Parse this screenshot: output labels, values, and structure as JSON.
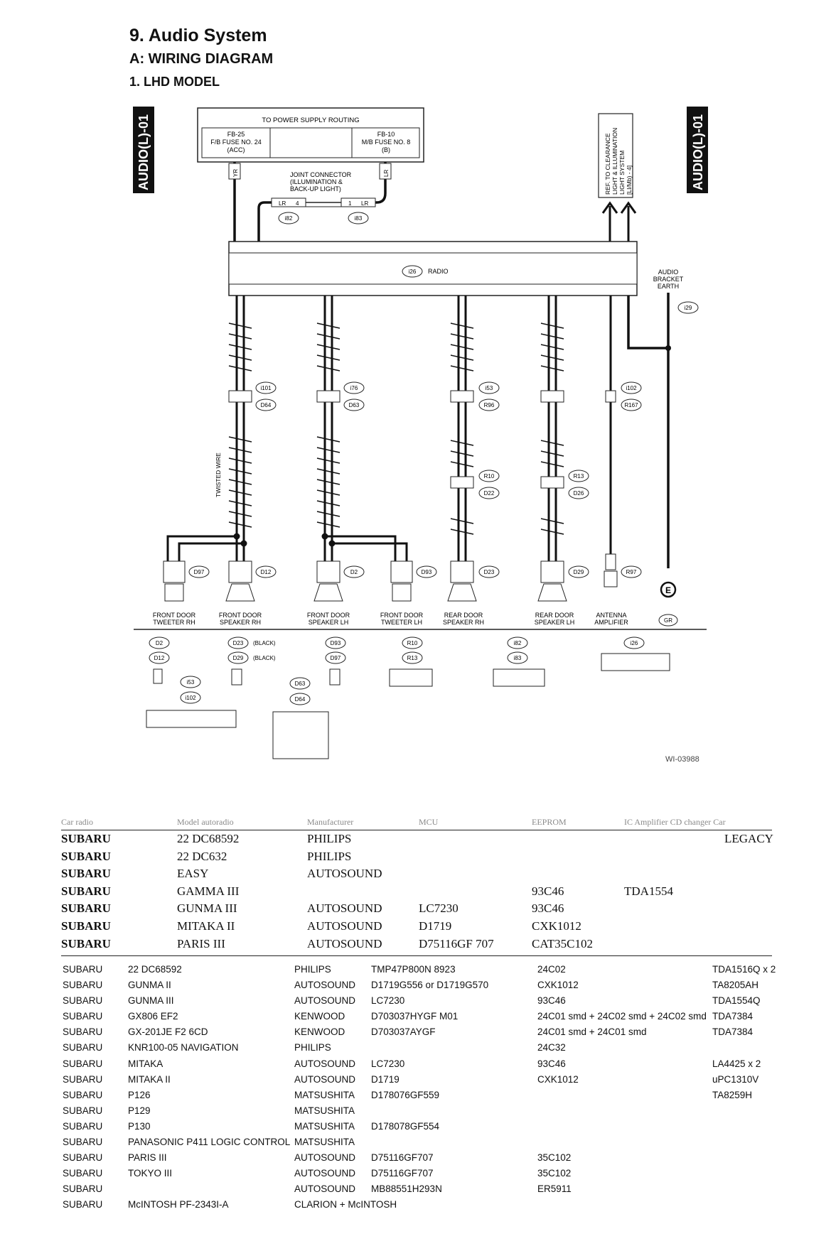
{
  "header": {
    "section": "9.  Audio System",
    "sub": "A:  WIRING DIAGRAM",
    "model": "1.  LHD MODEL"
  },
  "diagram": {
    "side_tab": "AUDIO(L)-01",
    "power_box": {
      "title": "TO POWER SUPPLY ROUTING",
      "fuse_left": [
        "FB-25",
        "F/B FUSE NO. 24",
        "(ACC)"
      ],
      "fuse_right": [
        "FB-10",
        "M/B FUSE NO. 8",
        "(B)"
      ]
    },
    "joint_connector": [
      "JOINT CONNECTOR",
      "(ILLUMINATION &",
      "BACK-UP LIGHT)"
    ],
    "ref_box": [
      "REF. TO CLEARANCE",
      "LIGHT & ILLUMINATION",
      "LIGHT SYSTEM",
      "[LI/Mb) - 4]"
    ],
    "radio_label": "RADIO",
    "radio_conn": "i26",
    "earth_label": [
      "AUDIO",
      "BRACKET",
      "EARTH"
    ],
    "twisted_wire": "TWISTED WIRE",
    "components": [
      {
        "label": [
          "FRONT DOOR",
          "TWEETER RH"
        ],
        "conn": "D97"
      },
      {
        "label": [
          "FRONT DOOR",
          "SPEAKER RH"
        ],
        "conn": "D12"
      },
      {
        "label": [
          "FRONT DOOR",
          "SPEAKER LH"
        ],
        "conn": "D2"
      },
      {
        "label": [
          "FRONT DOOR",
          "TWEETER LH"
        ],
        "conn": "D93"
      },
      {
        "label": [
          "REAR DOOR",
          "SPEAKER RH"
        ],
        "conn": "D23"
      },
      {
        "label": [
          "REAR DOOR",
          "SPEAKER LH"
        ],
        "conn": "D29"
      },
      {
        "label": [
          "ANTENNA",
          "AMPLIFIER"
        ],
        "conn": "R97"
      }
    ],
    "connectors": [
      "i82",
      "i83",
      "i29",
      "i101",
      "D64",
      "i76",
      "D63",
      "i53",
      "R96",
      "i102",
      "R167",
      "R10",
      "D22",
      "R13",
      "D26",
      "GR"
    ],
    "legend_conns": [
      "D2",
      "D12",
      "D23",
      "D29",
      "D93",
      "D97",
      "R10",
      "R13",
      "i82",
      "i83",
      "i26",
      "i53",
      "i102",
      "D63",
      "D64"
    ],
    "black": "(BLACK)",
    "code": "WI-03988"
  },
  "table1": {
    "headers": [
      "Car radio",
      "Model autoradio",
      "Manufacturer",
      "MCU",
      "EEPROM",
      "IC Amplifier CD changer Car"
    ],
    "rows": [
      [
        "SUBARU",
        "22 DC68592",
        "PHILIPS",
        "",
        "",
        "",
        "LEGACY"
      ],
      [
        "SUBARU",
        "22 DC632",
        "PHILIPS",
        "",
        "",
        "",
        ""
      ],
      [
        "SUBARU",
        "EASY",
        "AUTOSOUND",
        "",
        "",
        "",
        ""
      ],
      [
        "SUBARU",
        "GAMMA III",
        "",
        "",
        "93C46",
        "TDA1554",
        ""
      ],
      [
        "SUBARU",
        "GUNMA III",
        "AUTOSOUND",
        "LC7230",
        "93C46",
        "",
        ""
      ],
      [
        "SUBARU",
        "MITAKA II",
        "AUTOSOUND",
        "D1719",
        "CXK1012",
        "",
        ""
      ],
      [
        "SUBARU",
        "PARIS III",
        "AUTOSOUND",
        "D75116GF 707",
        "CAT35C102",
        "",
        ""
      ]
    ]
  },
  "table2": {
    "rows": [
      [
        "SUBARU",
        "22 DC68592",
        "PHILIPS",
        "TMP47P800N 8923",
        "24C02",
        "TDA1516Q x 2"
      ],
      [
        "SUBARU",
        "GUNMA II",
        "AUTOSOUND",
        "D1719G556 or D1719G570",
        "CXK1012",
        "TA8205AH"
      ],
      [
        "SUBARU",
        "GUNMA III",
        "AUTOSOUND",
        "LC7230",
        "93C46",
        "TDA1554Q"
      ],
      [
        "SUBARU",
        "GX806 EF2",
        "KENWOOD",
        "D703037HYGF M01",
        "24C01 smd + 24C02 smd + 24C02 smd",
        "TDA7384"
      ],
      [
        "SUBARU",
        "GX-201JE F2  6CD",
        "KENWOOD",
        "D703037AYGF",
        "24C01 smd + 24C01 smd",
        "TDA7384"
      ],
      [
        "SUBARU",
        "KNR100-05 NAVIGATION",
        "PHILIPS",
        "",
        "24C32",
        ""
      ],
      [
        "SUBARU",
        "MITAKA",
        "AUTOSOUND",
        "LC7230",
        "93C46",
        "LA4425 x 2"
      ],
      [
        "SUBARU",
        "MITAKA II",
        "AUTOSOUND",
        "D1719",
        "CXK1012",
        "uPC1310V"
      ],
      [
        "SUBARU",
        "P126",
        "MATSUSHITA",
        "D178076GF559",
        "",
        "TA8259H"
      ],
      [
        "SUBARU",
        "P129",
        "MATSUSHITA",
        "",
        "",
        ""
      ],
      [
        "SUBARU",
        "P130",
        "MATSUSHITA",
        "D178078GF554",
        "",
        ""
      ],
      [
        "SUBARU",
        "PANASONIC P411 LOGIC CONTROL",
        "MATSUSHITA",
        "",
        "",
        ""
      ],
      [
        "SUBARU",
        "PARIS III",
        "AUTOSOUND",
        "D75116GF707",
        "35C102",
        ""
      ],
      [
        "SUBARU",
        "TOKYO III",
        "AUTOSOUND",
        "D75116GF707",
        "35C102",
        ""
      ],
      [
        "SUBARU",
        "",
        "AUTOSOUND",
        "MB88551H293N",
        "ER5911",
        ""
      ],
      [
        "SUBARU",
        "McINTOSH  PF-2343I-A",
        "CLARION + McINTOSH",
        "",
        "",
        ""
      ]
    ]
  }
}
